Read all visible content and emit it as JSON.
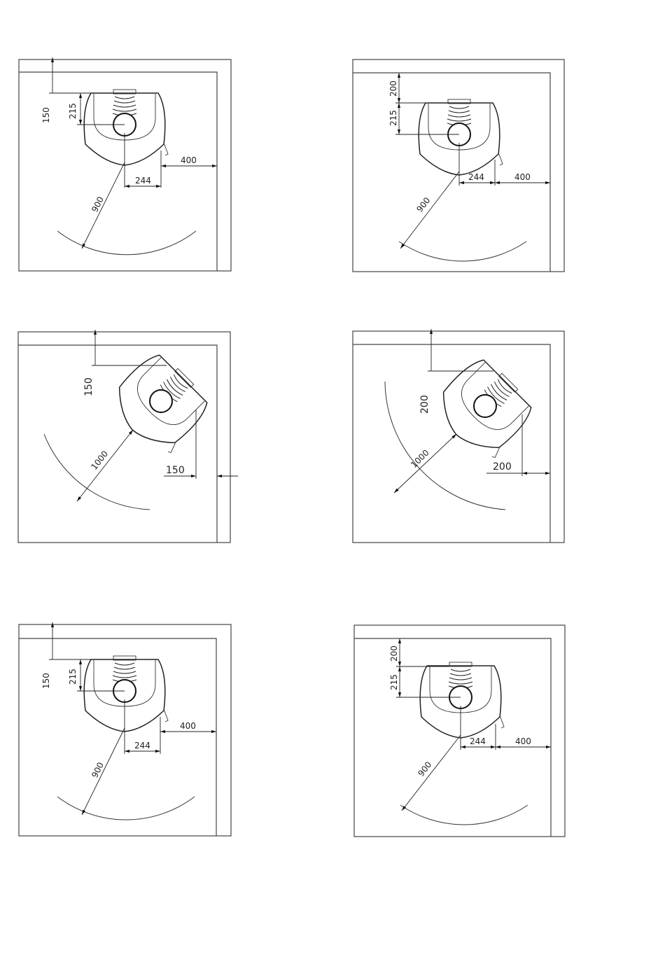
{
  "panels": [
    {
      "id": "p1",
      "labels": {
        "wall_gap": "150",
        "flue_offset": "215",
        "side_gap": "400",
        "half_width": "244",
        "radius": "900"
      }
    },
    {
      "id": "p2",
      "labels": {
        "wall_gap": "200",
        "flue_offset": "215",
        "side_gap": "400",
        "half_width": "244",
        "radius": "900"
      }
    },
    {
      "id": "p3",
      "labels": {
        "wall_gap": "150",
        "side_gap": "150",
        "radius": "1000"
      }
    },
    {
      "id": "p4",
      "labels": {
        "wall_gap": "200",
        "side_gap": "200",
        "radius": "1000"
      }
    },
    {
      "id": "p5",
      "labels": {
        "wall_gap": "150",
        "flue_offset": "215",
        "side_gap": "400",
        "half_width": "244",
        "radius": "900"
      }
    },
    {
      "id": "p6",
      "labels": {
        "wall_gap": "200",
        "flue_offset": "215",
        "side_gap": "400",
        "half_width": "244",
        "radius": "900"
      }
    }
  ],
  "colors": {
    "line": "#222222",
    "background": "#ffffff"
  }
}
